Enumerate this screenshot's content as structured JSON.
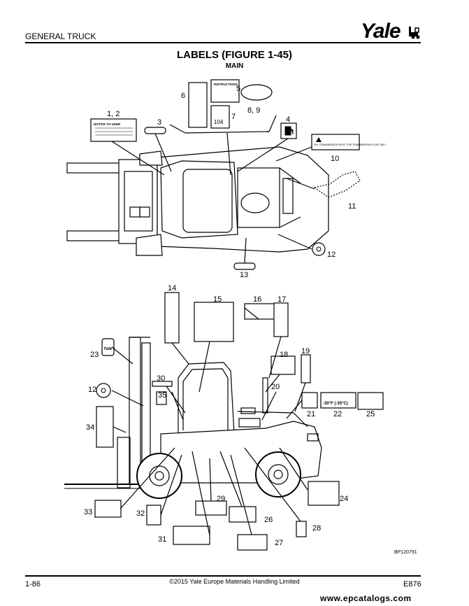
{
  "header": {
    "section": "GENERAL TRUCK",
    "brand": "Yale"
  },
  "figure": {
    "title": "LABELS (FIGURE 1-45)",
    "subtitle": "MAIN",
    "code": "BP120791"
  },
  "top_callouts": [
    "1, 2",
    "3",
    "4",
    "5",
    "6",
    "7",
    "8, 9",
    "10",
    "11",
    "12",
    "13"
  ],
  "bottom_callouts": [
    "14",
    "15",
    "16",
    "17",
    "18",
    "19",
    "20",
    "21",
    "22",
    "23",
    "24",
    "25",
    "26",
    "27",
    "28",
    "29",
    "30",
    "31",
    "32",
    "33",
    "34",
    "35",
    "12"
  ],
  "labels_text": {
    "notice_user": "NOTICE TO USER",
    "instructions": "INSTRUCTIONS",
    "transmission": "FILL TRANSMISSION WITH TYPE TRANSMISSION FLUID ONLY",
    "temperature": "-30°F (-35°C)",
    "gauge": "104",
    "yale_small": "Yale"
  },
  "footer": {
    "page": "1-86",
    "copyright": "©2015 Yale Europe Materials Handling Limited",
    "model": "E876"
  },
  "watermark": "www.epcatalogs.com"
}
